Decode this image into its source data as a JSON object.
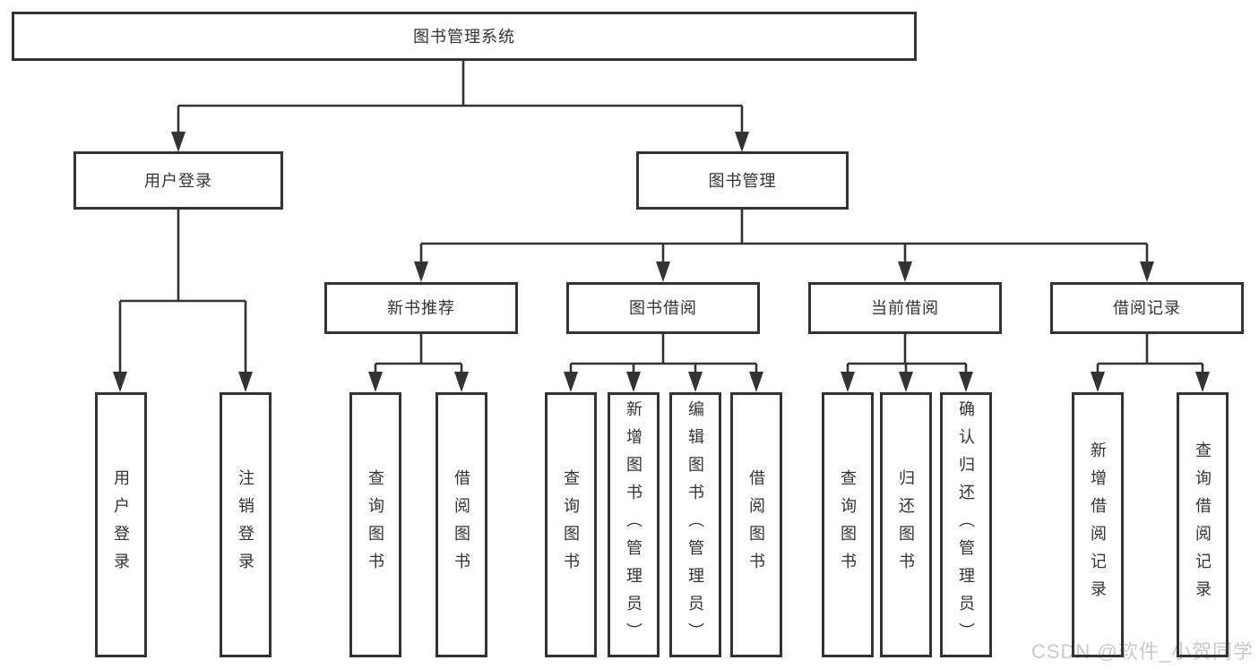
{
  "diagram": {
    "root": {
      "label": "图书管理系统"
    },
    "level2": [
      {
        "label": "用户登录"
      },
      {
        "label": "图书管理"
      }
    ],
    "level3": [
      {
        "label": "新书推荐",
        "parent": "图书管理"
      },
      {
        "label": "图书借阅",
        "parent": "图书管理"
      },
      {
        "label": "当前借阅",
        "parent": "图书管理"
      },
      {
        "label": "借阅记录",
        "parent": "图书管理"
      }
    ],
    "leaves": [
      {
        "label": "用户登录",
        "parent": "用户登录"
      },
      {
        "label": "注销登录",
        "parent": "用户登录"
      },
      {
        "label": "查询图书",
        "parent": "新书推荐"
      },
      {
        "label": "借阅图书",
        "parent": "新书推荐"
      },
      {
        "label": "查询图书",
        "parent": "图书借阅"
      },
      {
        "label": "新增图书（管理员）",
        "parent": "图书借阅"
      },
      {
        "label": "编辑图书（管理员）",
        "parent": "图书借阅"
      },
      {
        "label": "借阅图书",
        "parent": "图书借阅"
      },
      {
        "label": "查询图书",
        "parent": "当前借阅"
      },
      {
        "label": "归还图书",
        "parent": "当前借阅"
      },
      {
        "label": "确认归还（管理员）",
        "parent": "当前借阅"
      },
      {
        "label": "新增借阅记录",
        "parent": "借阅记录"
      },
      {
        "label": "查询借阅记录",
        "parent": "借阅记录"
      }
    ]
  },
  "watermark": {
    "text": "CSDN @软件_小贺同学"
  },
  "colors": {
    "line": "#333333",
    "text": "#333333",
    "watermark": "#c9c9c9",
    "background": "#ffffff"
  }
}
